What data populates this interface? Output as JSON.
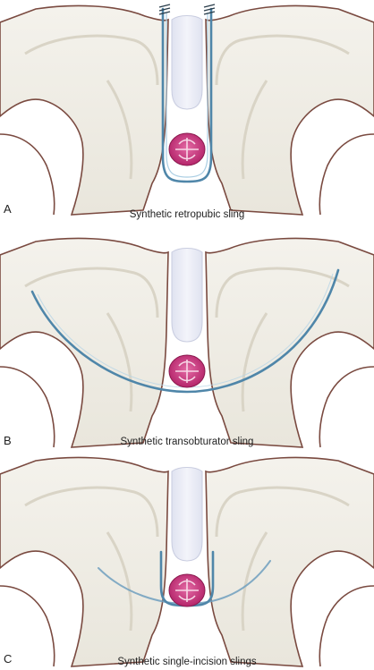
{
  "figure": {
    "panels": [
      {
        "letter": "A",
        "caption": "Synthetic retropubic sling"
      },
      {
        "letter": "B",
        "caption": "Synthetic transobturator sling"
      },
      {
        "letter": "C",
        "caption": "Synthetic single-incision slings"
      }
    ],
    "colors": {
      "bone_fill": "#f1efe8",
      "bone_outline": "#7a4a40",
      "urethra_fill": "#e7e9f4",
      "sling": "#4f86a9",
      "bladder_neck": "#c02c74"
    }
  }
}
